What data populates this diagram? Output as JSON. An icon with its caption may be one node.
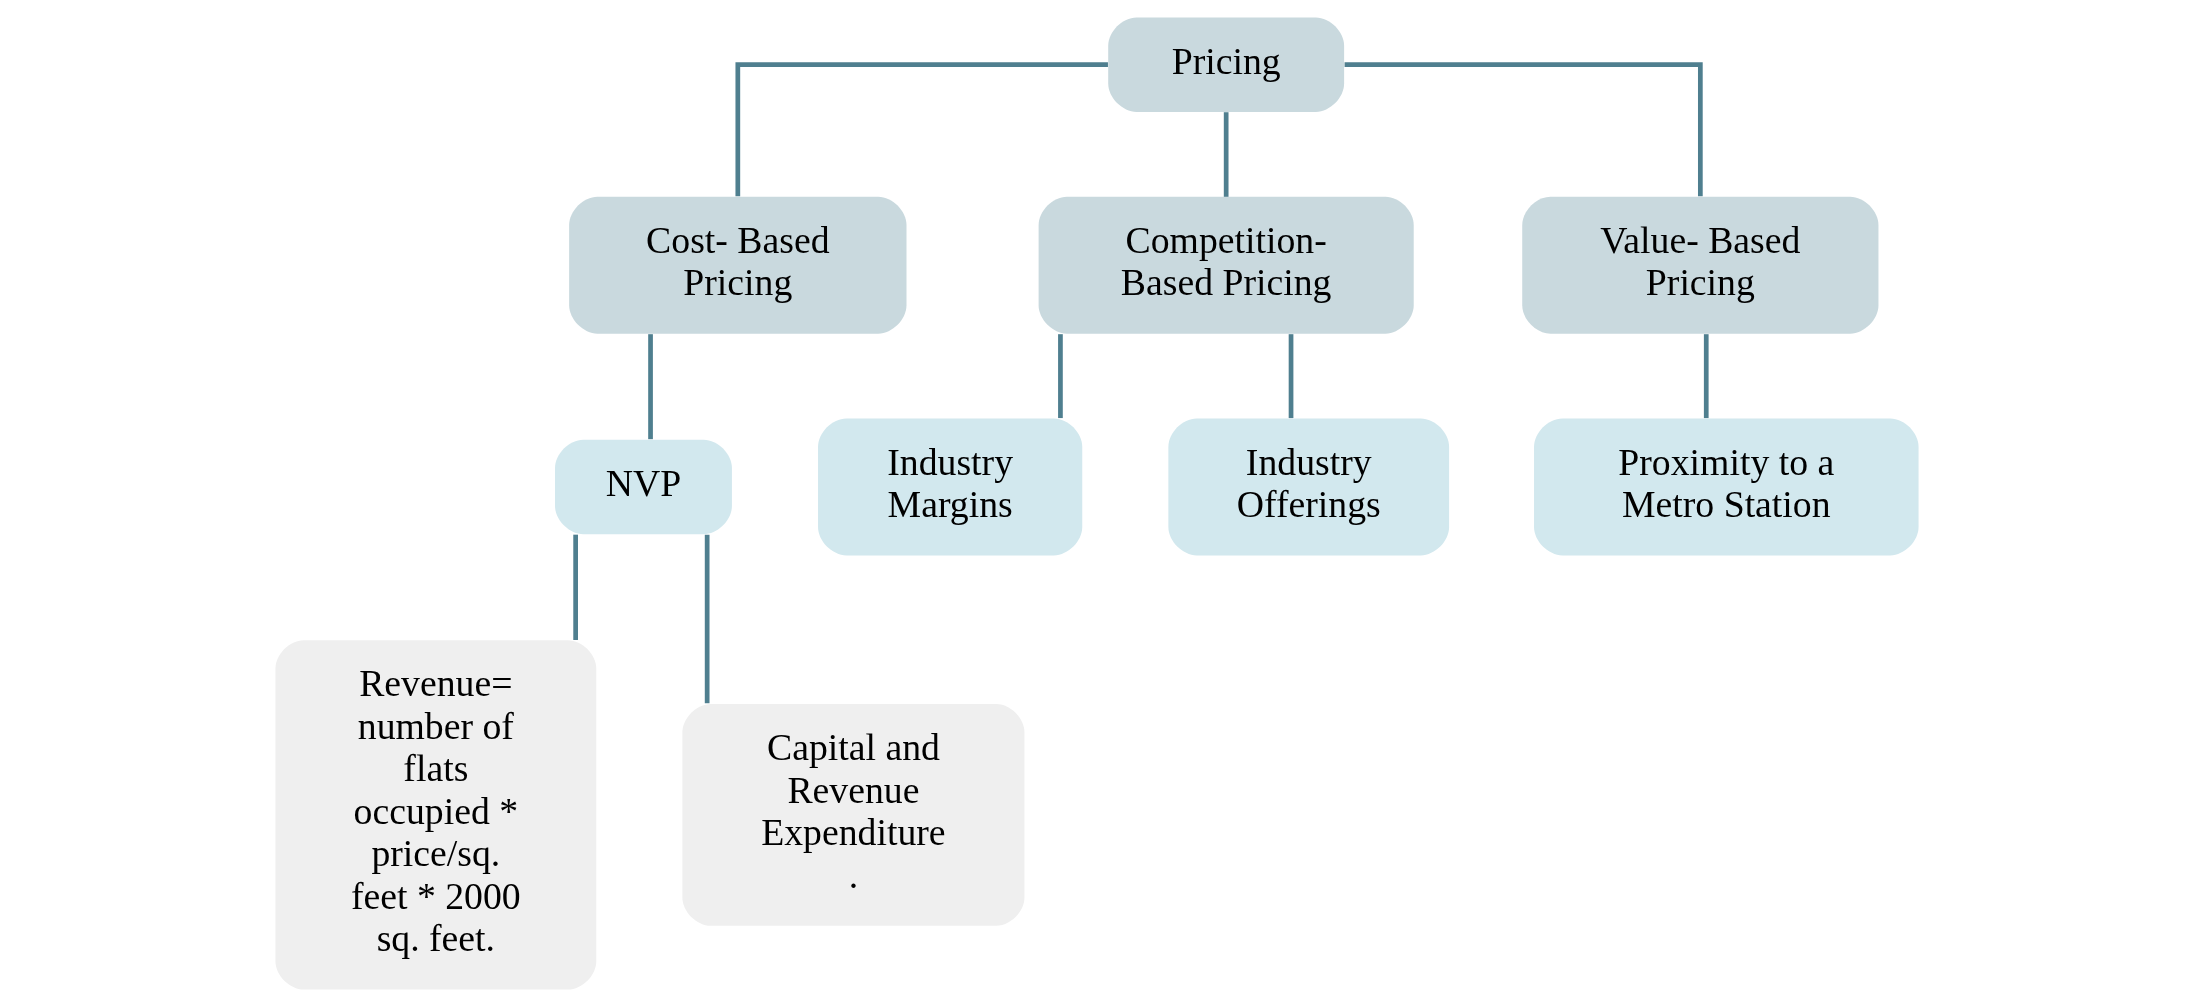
{
  "diagram": {
    "nodes": [
      {
        "text": [
          "Pricing"
        ]
      },
      {
        "text": [
          "Cost- Based Pricing"
        ]
      },
      {
        "text": [
          "Competition- Based Pricing"
        ]
      },
      {
        "text": [
          "Value- Based Pricing"
        ]
      },
      {
        "text": [
          "NVP"
        ]
      },
      {
        "text": [
          "Revenue= number of flats occupied * price/sq. feet * 2000 sq. feet."
        ]
      },
      {
        "text": [
          "Capital and Revenue Expenditure ."
        ]
      },
      {
        "text": [
          "Industry Margins"
        ]
      },
      {
        "text": [
          "Industry Offerings"
        ]
      },
      {
        "text": [
          "Proximity to a Metro Station"
        ]
      }
    ],
    "edges": [
      {
        "from": 0,
        "to": 1,
        "arrow": "none"
      },
      {
        "from": 0,
        "to": 2,
        "arrow": "none"
      },
      {
        "from": 0,
        "to": 3,
        "arrow": "none"
      },
      {
        "from": 1,
        "to": 4,
        "arrow": "none"
      },
      {
        "from": 4,
        "to": 5,
        "arrow": "none"
      },
      {
        "from": 4,
        "to": 6,
        "arrow": "none"
      },
      {
        "from": 2,
        "to": 7,
        "arrow": "none"
      },
      {
        "from": 2,
        "to": 8,
        "arrow": "none"
      },
      {
        "from": 3,
        "to": 9,
        "arrow": "none"
      }
    ]
  }
}
